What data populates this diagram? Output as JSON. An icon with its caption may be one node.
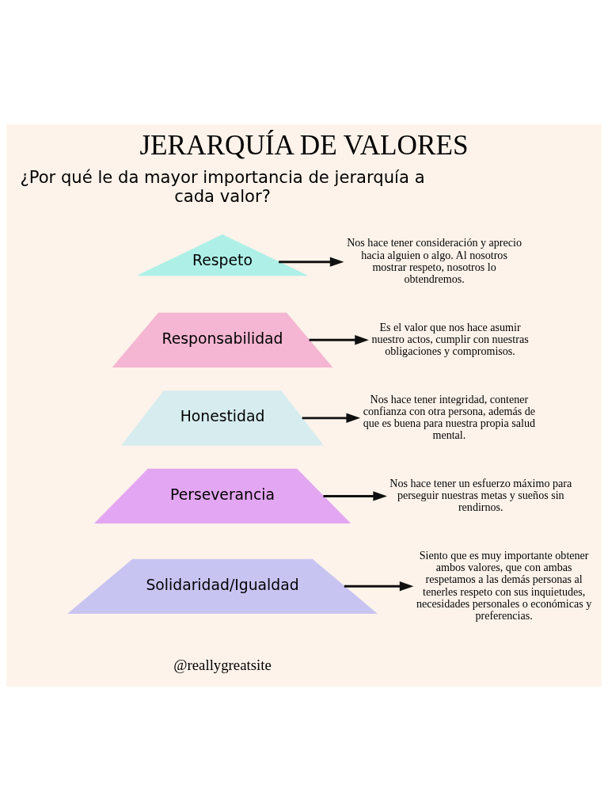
{
  "diagram": {
    "title": "JERARQUÍA DE VALORES",
    "nodes": [
      {
        "text": [
          "Nos hace tener consideración y aprecio hacia alguien o algo. Al nosotros mostrar respeto, nosotros lo obtendremos."
        ]
      },
      {
        "text": [
          "Respeto"
        ]
      },
      {
        "text": [
          "Responsabilidad"
        ]
      },
      {
        "text": [
          "Es el valor que nos hace asumir nuestro actos, cumplir con nuestras obligaciones y compromisos."
        ]
      },
      {
        "text": [
          "Nos hace tener integridad, contener confianza con otra persona, además de que es buena para nuestra propia salud mental."
        ]
      },
      {
        "text": [
          "Honestidad"
        ]
      },
      {
        "text": [
          "Perseverancia"
        ]
      },
      {
        "text": [
          "Nos hace tener un esfuerzo máximo para perseguir nuestras metas y sueños sin rendirnos."
        ]
      },
      {
        "text": [
          "Siento que es muy importante obtener ambos valores, que con ambas respetamos a las demás personas al tenerles respeto con sus inquietudes, necesidades personales o económicas y preferencias."
        ]
      },
      {
        "text": [
          "Solidaridad/Igualdad"
        ]
      }
    ],
    "edges": [
      {
        "from": 1,
        "to": 0,
        "arrow": "to"
      },
      {
        "from": 2,
        "to": 3,
        "arrow": "to"
      },
      {
        "from": 5,
        "to": 4,
        "arrow": "to"
      },
      {
        "from": 6,
        "to": 7,
        "arrow": "to"
      },
      {
        "from": 9,
        "to": 8,
        "arrow": "to"
      }
    ],
    "labels": [
      "¿Por qué le da mayor importancia de jerarquía a cada valor?",
      "@reallygreatsite"
    ]
  }
}
